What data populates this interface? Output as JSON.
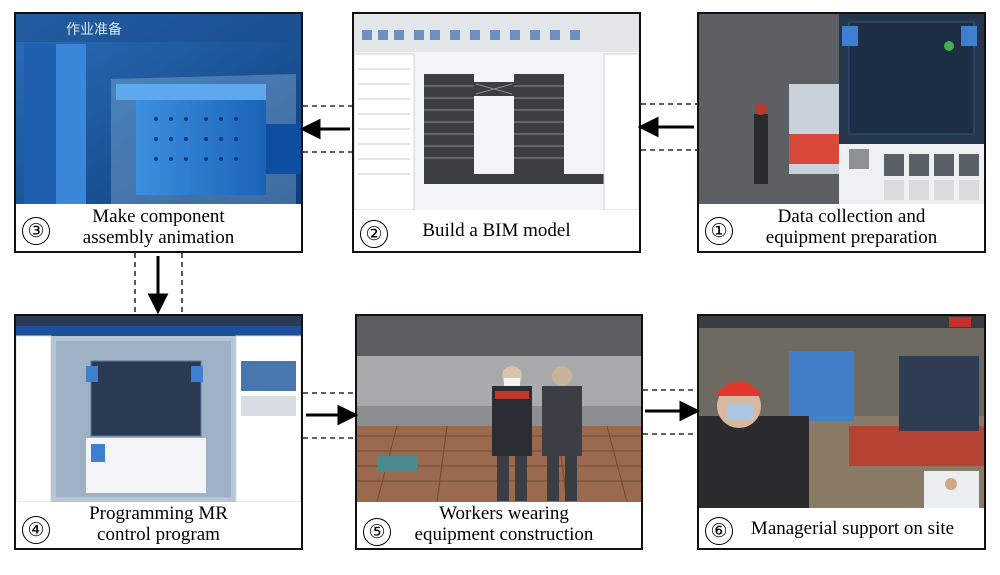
{
  "steps": [
    {
      "number": "③",
      "caption_line1": "Make component",
      "caption_line2": "assembly animation"
    },
    {
      "number": "②",
      "caption": "Build a BIM model"
    },
    {
      "number": "①",
      "caption_line1": "Data collection and",
      "caption_line2": "equipment preparation"
    },
    {
      "number": "④",
      "caption_line1": "Programming MR",
      "caption_line2": "control program"
    },
    {
      "number": "⑤",
      "caption_line1": "Workers wearing",
      "caption_line2": "equipment construction"
    },
    {
      "number": "⑥",
      "caption": "Managerial support on site"
    }
  ],
  "overlay_text": {
    "animation_title": "作业准备"
  }
}
